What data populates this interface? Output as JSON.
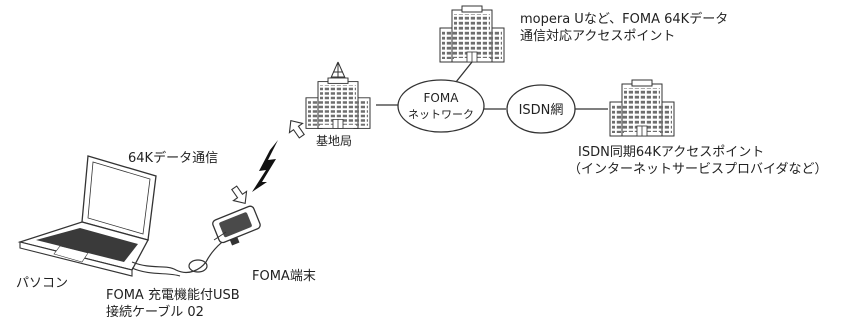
{
  "labels": {
    "mopera_line1": "mopera Uなど、FOMA 64Kデータ",
    "mopera_line2": "通信対応アクセスポイント",
    "foma_network_line1": "FOMA",
    "foma_network_line2": "ネットワーク",
    "isdn_network": "ISDN網",
    "base_station": "基地局",
    "isdn_ap_line1": "ISDN同期64Kアクセスポイント",
    "isdn_ap_line2": "（インターネットサービスプロバイダなど）",
    "data_comm": "64Kデータ通信",
    "foma_terminal": "FOMA端末",
    "pc": "パソコン",
    "cable_line1": "FOMA 充電機能付USB",
    "cable_line2": "接続ケーブル 02"
  },
  "icons": {
    "building": "office-building-icon",
    "antenna_building": "base-station-antenna-icon",
    "laptop": "laptop-icon",
    "phone": "phone-icon",
    "lightning": "lightning-bolt-icon",
    "arrow": "hollow-arrow-icon"
  },
  "colors": {
    "building_fill": "#ffffff",
    "window_fill": "#6f6f6f",
    "stroke": "#333333",
    "keyboard": "#3a3a3a"
  }
}
